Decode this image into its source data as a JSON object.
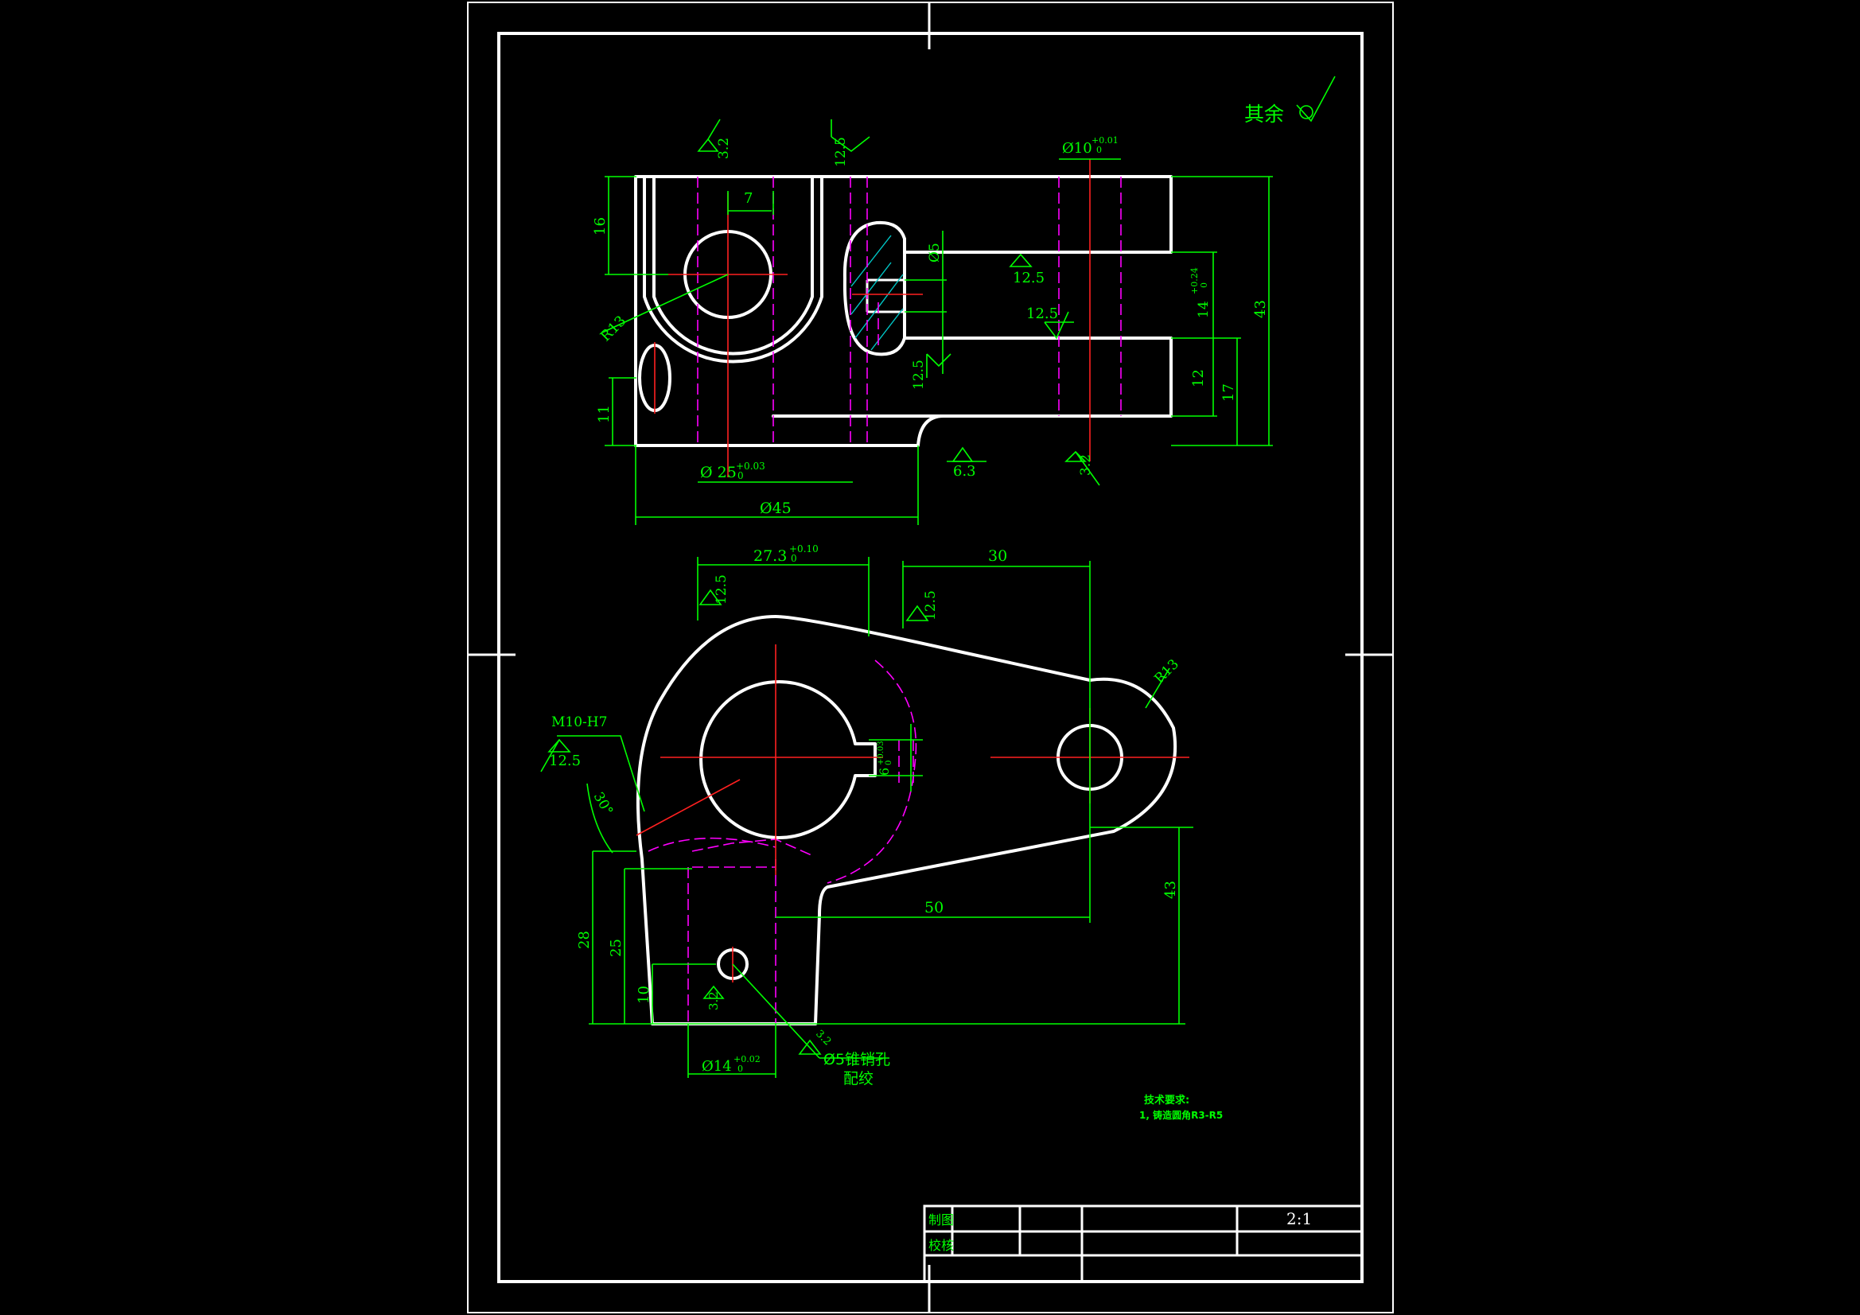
{
  "roughness_note": {
    "label": "其余"
  },
  "front_view": {
    "roughness": [
      "3.2",
      "12.5",
      "12.5",
      "12.5",
      "12.5",
      "6.3",
      "3.2"
    ],
    "dims": {
      "d10": "Ø10",
      "d10_tol_upper": "+0.01",
      "d10_tol_lower": "0",
      "w7": "7",
      "h16": "16",
      "r13": "R13",
      "h11": "11",
      "d25": "Ø 25",
      "d25_tol_upper": "+0.03",
      "d25_tol_lower": "0",
      "d45": "Ø45",
      "phi5": "Ø5",
      "slot14": "14",
      "slot14_tol_upper": "+0.24",
      "slot14_tol_lower": "0",
      "h43": "43",
      "h12": "12",
      "h17": "17"
    }
  },
  "top_view": {
    "roughness": [
      "12.5",
      "12.5",
      "12.5",
      "3.2",
      "3.2"
    ],
    "dims": {
      "w273": "27.3",
      "w273_tol_upper": "+0.10",
      "w273_tol_lower": "0",
      "w30": "30",
      "r13": "R13",
      "thread": "M10-H7",
      "angle30": "30°",
      "key6": "6",
      "key6_tol_upper": "+0.03",
      "key6_tol_lower": "0",
      "w50": "50",
      "h43": "43",
      "h28": "28",
      "h25": "25",
      "h10": "10",
      "d14": "Ø14",
      "d14_tol_upper": "+0.02",
      "d14_tol_lower": "0",
      "pin_note": "Ø5锥销孔",
      "pin_note2": "配绞"
    }
  },
  "tech_req": {
    "title": "技术要求:",
    "line1": "1, 铸造圆角R3-R5"
  },
  "title_block": {
    "drawn_by": "制图",
    "checked_by": "校核",
    "scale": "2:1"
  }
}
